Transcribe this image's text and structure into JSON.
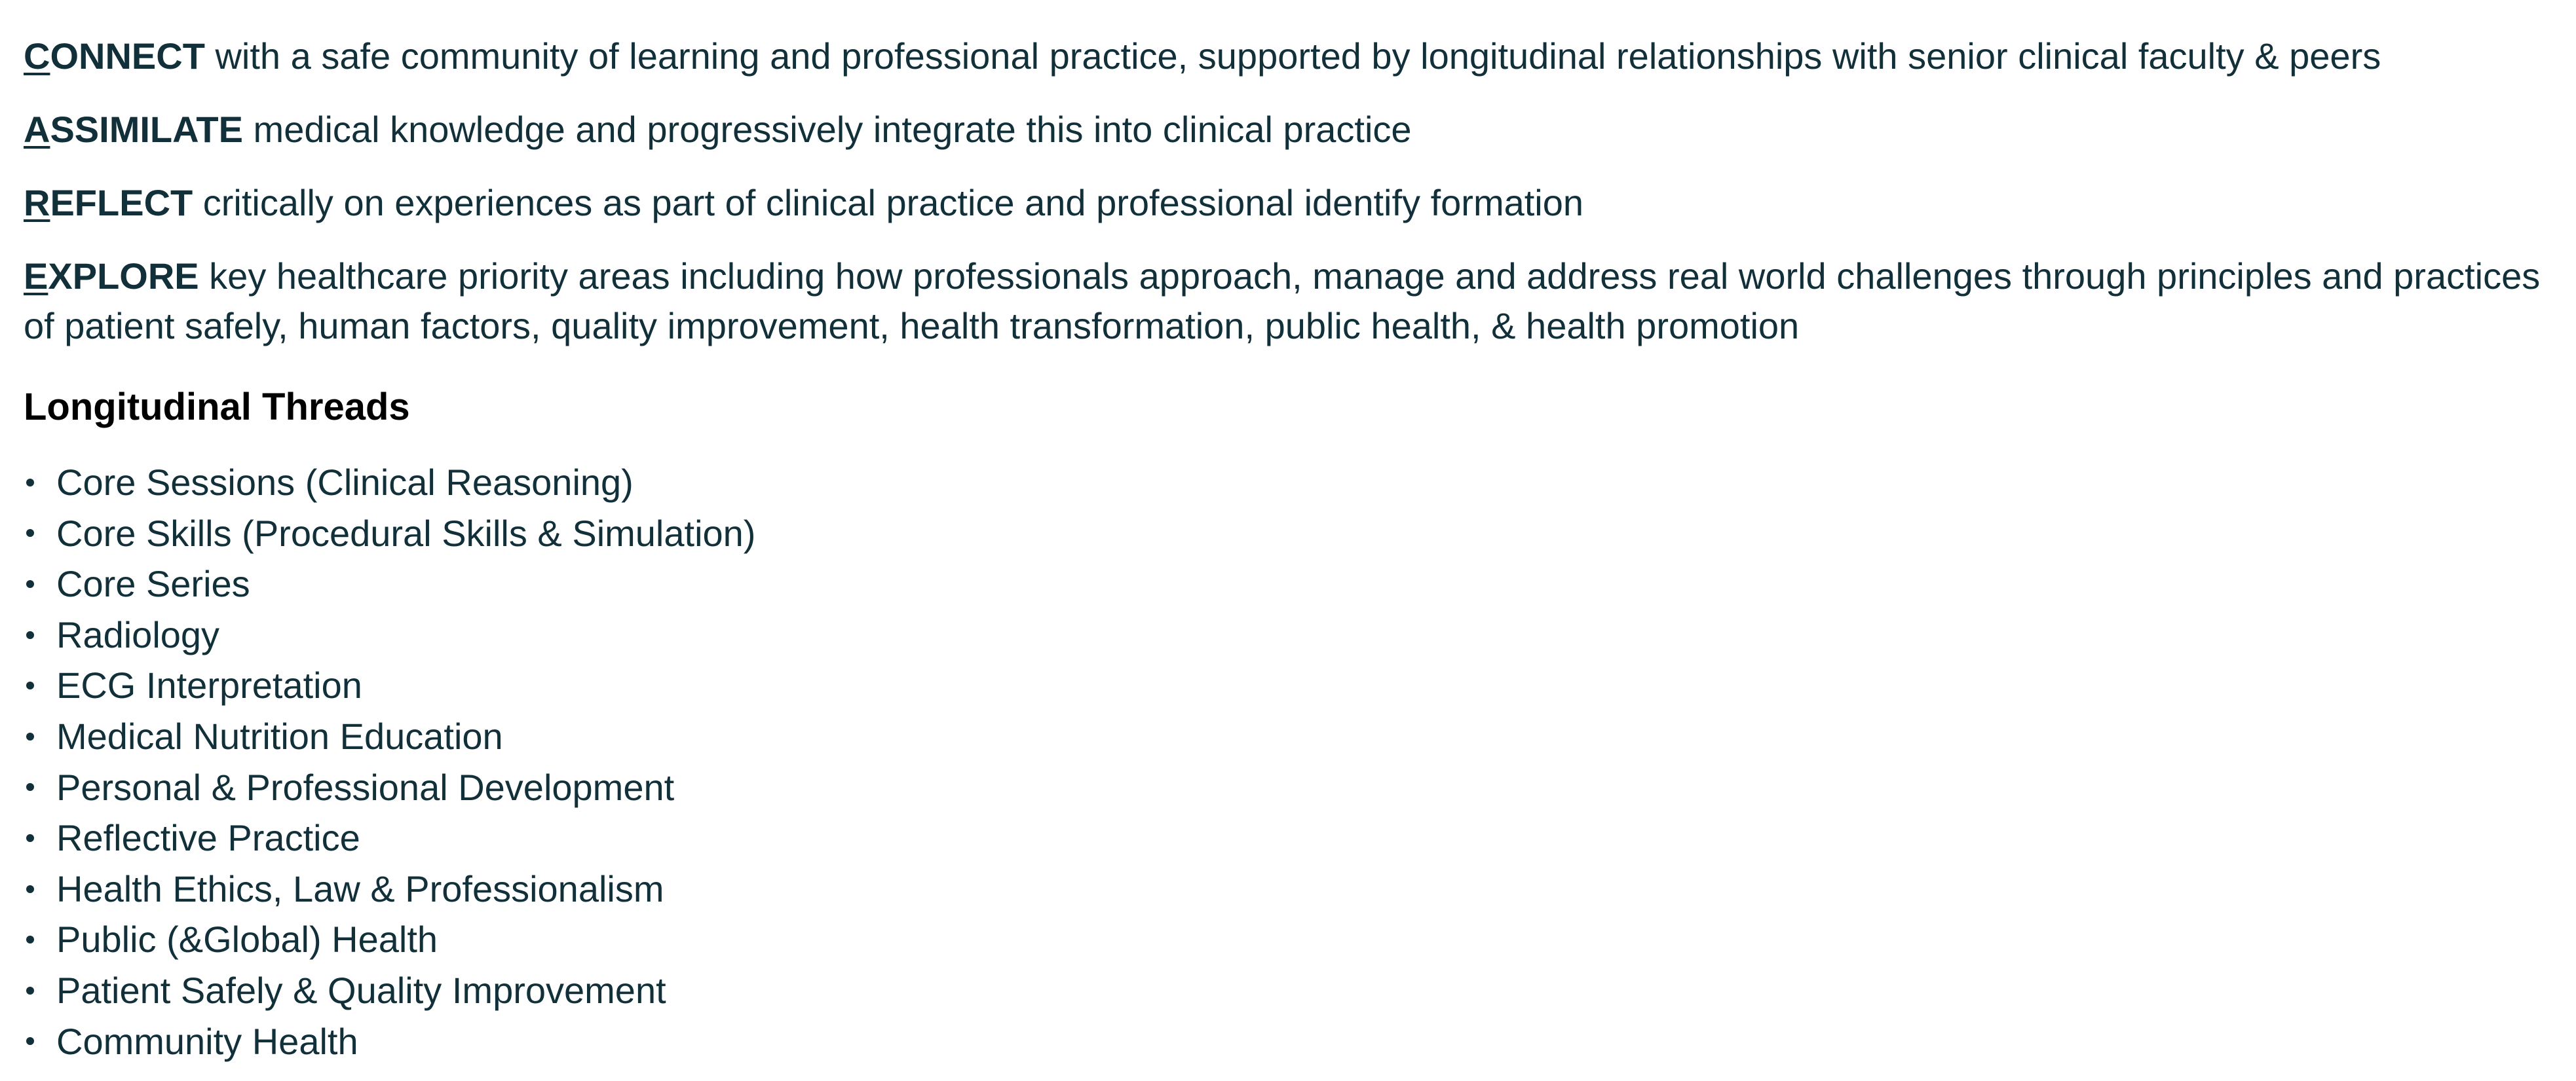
{
  "goals": [
    {
      "initial": "C",
      "rest": "ONNECT",
      "text": " with a safe community of learning and professional practice, supported by longitudinal relationships with senior clinical faculty & peers"
    },
    {
      "initial": "A",
      "rest": "SSIMILATE",
      "text": " medical knowledge and progressively integrate this into clinical practice"
    },
    {
      "initial": "R",
      "rest": "EFLECT",
      "text": " critically on experiences as part of clinical practice and professional identify formation"
    },
    {
      "initial": "E",
      "rest": "XPLORE",
      "text": " key healthcare priority areas including how professionals approach, manage and address real world challenges through principles and practices of patient safely, human factors, quality improvement, health transformation, public health, & health promotion"
    }
  ],
  "threads": {
    "heading": "Longitudinal Threads",
    "items": [
      "Core Sessions (Clinical Reasoning)",
      "Core Skills (Procedural Skills & Simulation)",
      "Core Series",
      "Radiology",
      "ECG Interpretation",
      "Medical Nutrition Education",
      "Personal & Professional Development",
      "Reflective Practice",
      "Health Ethics, Law & Professionalism",
      "Public (&Global) Health",
      "Patient Safely & Quality Improvement",
      "Community Health"
    ]
  },
  "colors": {
    "text": "#12303a",
    "heading": "#000000",
    "background": "#ffffff"
  }
}
